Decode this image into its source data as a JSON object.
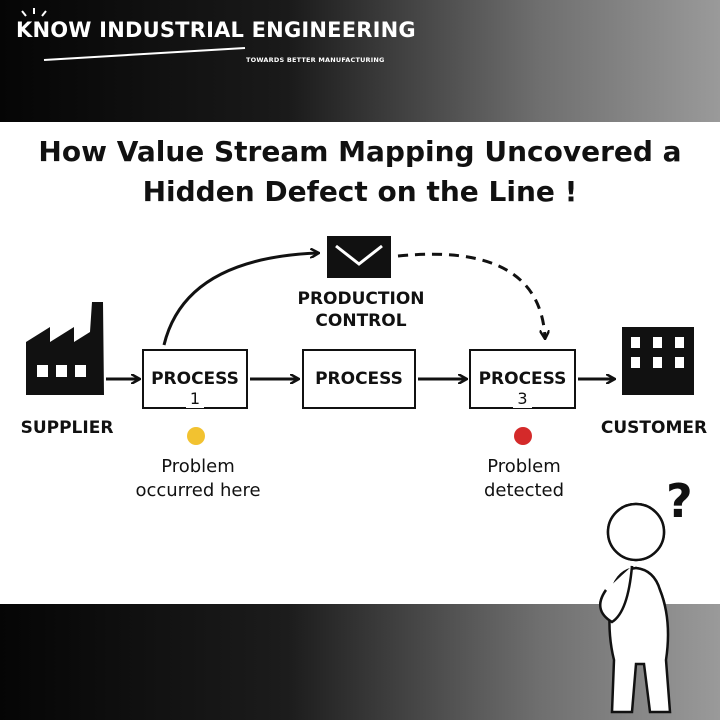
{
  "header": {
    "brand": "KNOW INDUSTRIAL ENGINEERING",
    "tagline": "TOWARDS BETTER MANUFACTURING"
  },
  "title": "How Value Stream Mapping Uncovered a\nHidden Defect on the Line !",
  "diagram": {
    "supplier": "SUPPLIER",
    "customer": "CUSTOMER",
    "production_control": "PRODUCTION\nCONTROL",
    "processes": [
      {
        "name": "PROCESS",
        "number": "1"
      },
      {
        "name": "PROCESS",
        "number": ""
      },
      {
        "name": "PROCESS",
        "number": "3"
      }
    ],
    "notes": [
      {
        "text": "Problem\noccurred here",
        "color": "#f2c230"
      },
      {
        "text": "Problem\ndetected",
        "color": "#d42a2a"
      }
    ],
    "question_mark": "?"
  },
  "colors": {
    "ink": "#111111",
    "panel": "#ffffff"
  }
}
